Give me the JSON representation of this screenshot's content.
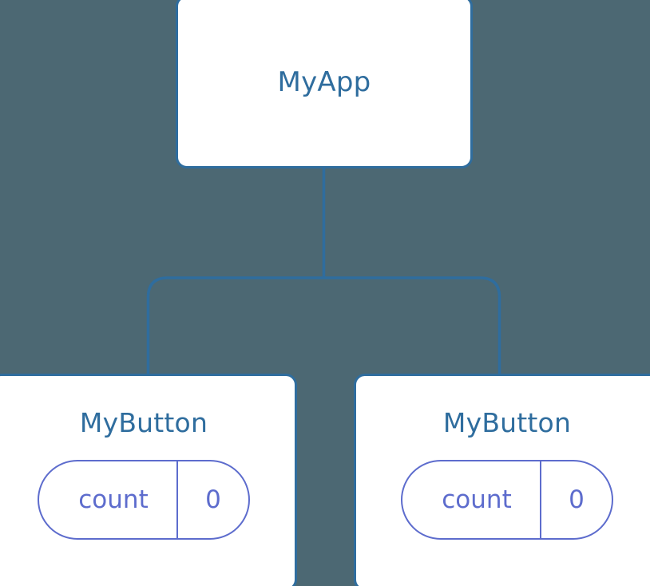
{
  "diagram": {
    "title": "component-tree",
    "background_color": "#4c6873",
    "node_border_color": "#2f6d9e",
    "node_fill_color": "#ffffff",
    "node_title_color": "#2f6d9e",
    "connector_color": "#2f6d9e",
    "badge_color": "#5d6ccd"
  },
  "root": {
    "label": "MyApp"
  },
  "children": [
    {
      "label": "MyButton",
      "state": {
        "key": "count",
        "value": "0"
      }
    },
    {
      "label": "MyButton",
      "state": {
        "key": "count",
        "value": "0"
      }
    }
  ]
}
